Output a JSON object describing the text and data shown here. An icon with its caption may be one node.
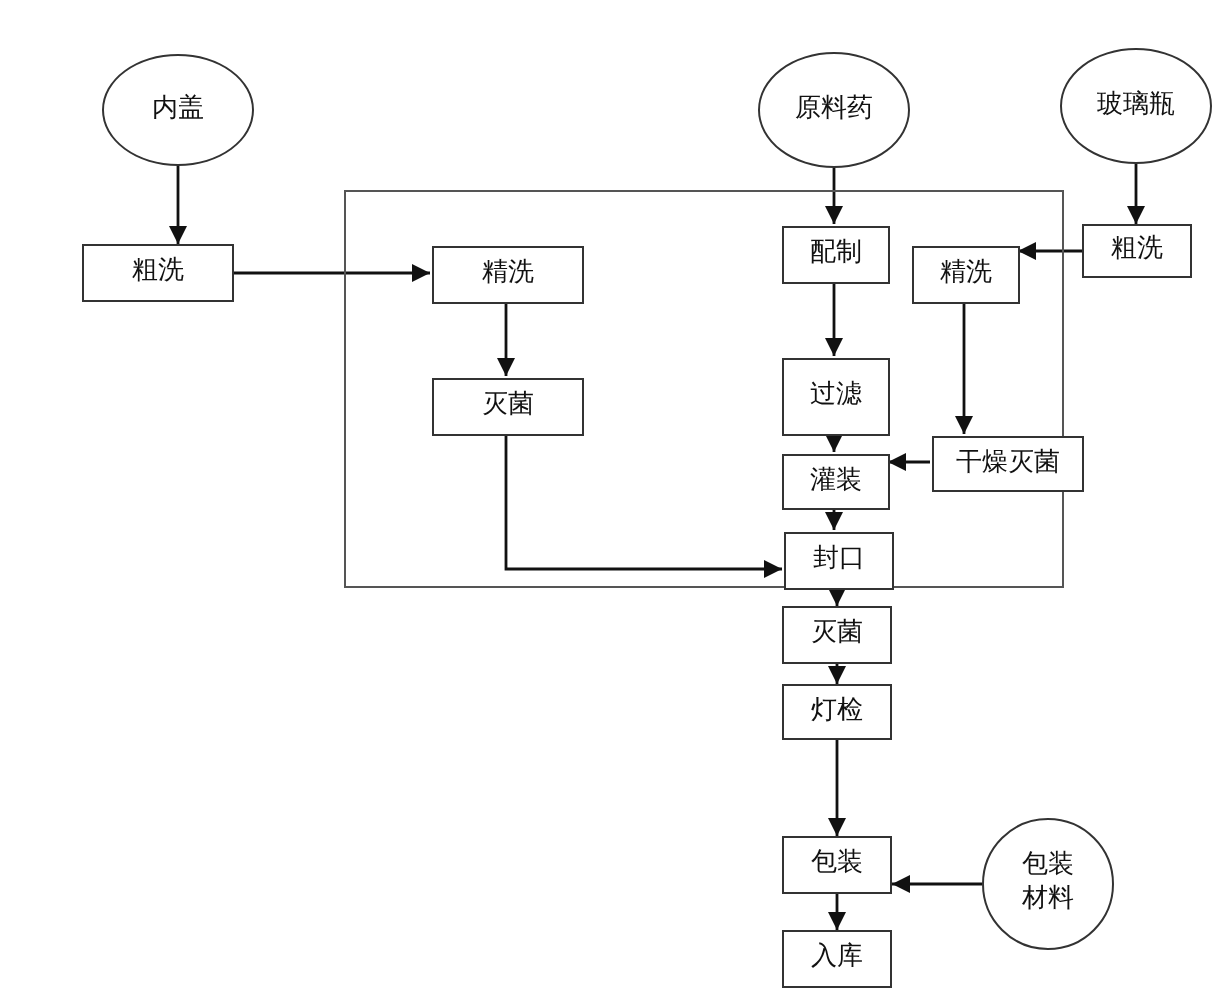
{
  "diagram": {
    "nodes": [
      {
        "text": [
          "内盖"
        ]
      },
      {
        "text": [
          "原料药"
        ]
      },
      {
        "text": [
          "玻璃瓶"
        ]
      },
      {
        "text": [],
        "shape": "box"
      },
      {
        "text": [
          "粗洗"
        ]
      },
      {
        "text": [
          "精洗"
        ],
        "in": 3
      },
      {
        "text": [
          "配制"
        ],
        "in": 3
      },
      {
        "text": [
          "精洗"
        ],
        "in": 3
      },
      {
        "text": [
          "粗洗"
        ]
      },
      {
        "text": [
          "灭菌"
        ],
        "in": 3
      },
      {
        "text": [
          "过滤"
        ],
        "in": 3
      },
      {
        "text": [
          "灌装"
        ],
        "in": 3
      },
      {
        "text": [
          "干燥灭菌"
        ],
        "in": 3
      },
      {
        "text": [
          "封口"
        ],
        "in": 3
      },
      {
        "text": [
          "灭菌"
        ]
      },
      {
        "text": [
          "灯检"
        ]
      },
      {
        "text": [
          "包装"
        ]
      },
      {
        "text": [
          "包装材料"
        ]
      },
      {
        "text": [
          "入库"
        ]
      }
    ],
    "edges": [
      {
        "from": 0,
        "to": 4,
        "arrow": "to"
      },
      {
        "from": 4,
        "to": 5,
        "arrow": "to"
      },
      {
        "from": 1,
        "to": 6,
        "arrow": "to"
      },
      {
        "from": 2,
        "to": 8,
        "arrow": "to"
      },
      {
        "from": 8,
        "to": 7,
        "arrow": "to"
      },
      {
        "from": 5,
        "to": 9,
        "arrow": "to"
      },
      {
        "from": 6,
        "to": 10,
        "arrow": "to"
      },
      {
        "from": 7,
        "to": 12,
        "arrow": "to"
      },
      {
        "from": 10,
        "to": 11,
        "arrow": "to"
      },
      {
        "from": 12,
        "to": 11,
        "arrow": "to"
      },
      {
        "from": 11,
        "to": 13,
        "arrow": "to"
      },
      {
        "from": 9,
        "to": 13,
        "arrow": "to"
      },
      {
        "from": 13,
        "to": 14,
        "arrow": "to"
      },
      {
        "from": 14,
        "to": 15,
        "arrow": "to"
      },
      {
        "from": 15,
        "to": 16,
        "arrow": "to"
      },
      {
        "from": 17,
        "to": 16,
        "arrow": "to"
      },
      {
        "from": 16,
        "to": 18,
        "arrow": "to"
      }
    ]
  }
}
